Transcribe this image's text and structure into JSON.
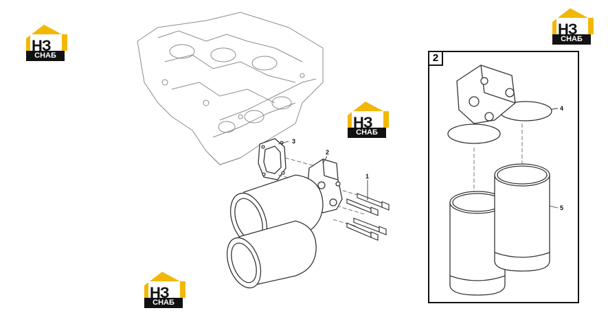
{
  "logos": [
    {
      "id": "logo-top-left",
      "mark": "НЗ",
      "sub": "СНАБ",
      "accent": "#f2b705"
    },
    {
      "id": "logo-top-right",
      "mark": "НЗ",
      "sub": "СНАБ",
      "accent": "#f2b705"
    },
    {
      "id": "logo-center",
      "mark": "НЗ",
      "sub": "СНАБ",
      "accent": "#f2b705"
    },
    {
      "id": "logo-bottom-left",
      "mark": "НЗ",
      "sub": "СНАБ",
      "accent": "#f2b705"
    }
  ],
  "callouts": {
    "c1": "1",
    "c2": "2",
    "c3": "3",
    "c4": "4",
    "c5": "5"
  },
  "inset": {
    "label": "2"
  },
  "colors": {
    "line": "#333333",
    "faint": "#888888"
  }
}
